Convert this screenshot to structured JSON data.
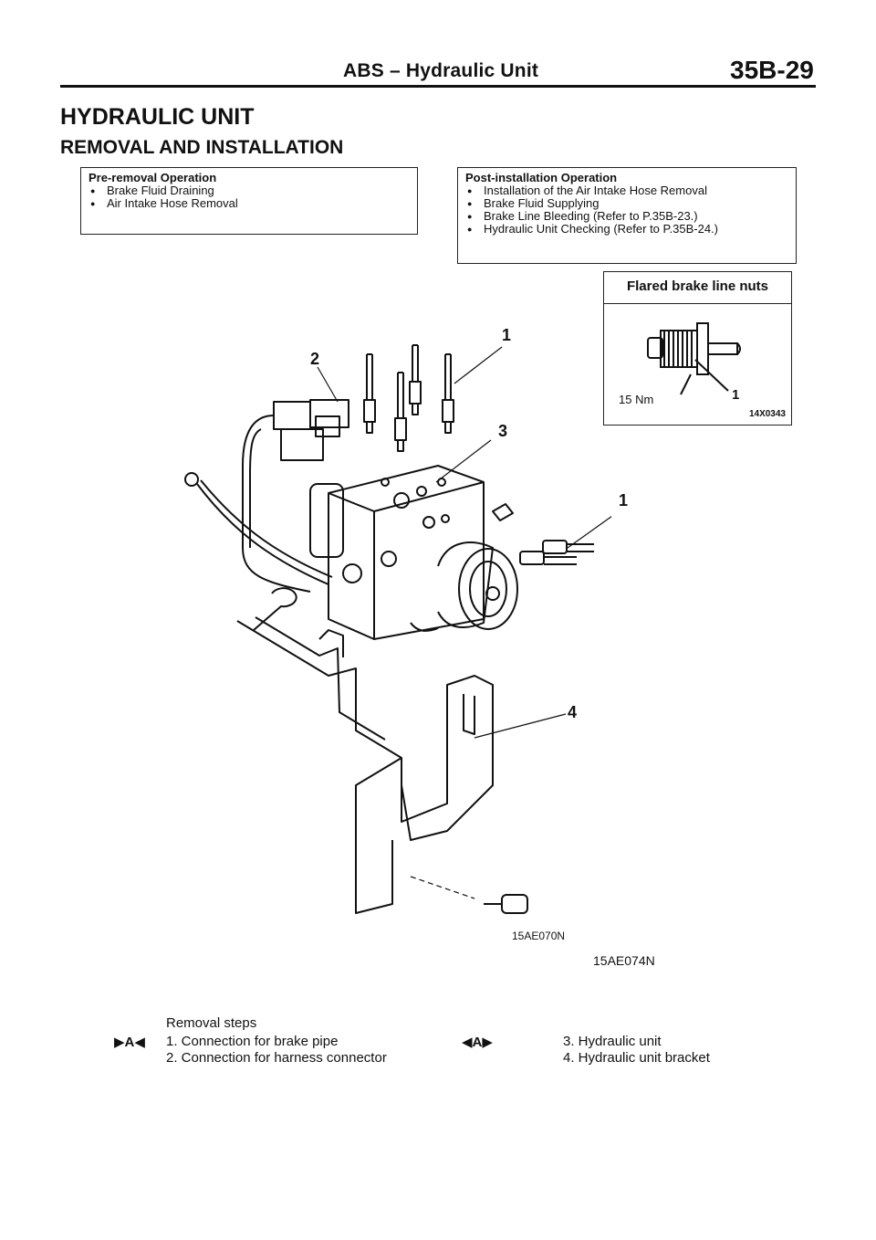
{
  "header": {
    "section_title": "ABS – Hydraulic Unit",
    "page_number": "35B-29"
  },
  "title": "HYDRAULIC UNIT",
  "subtitle": "REMOVAL AND INSTALLATION",
  "pre_removal": {
    "title": "Pre-removal Operation",
    "items": [
      "Brake Fluid Draining",
      "Air Intake Hose Removal"
    ]
  },
  "post_installation": {
    "title": "Post-installation Operation",
    "items": [
      "Installation of the Air Intake Hose Removal",
      "Brake Fluid Supplying",
      "Brake Line Bleeding (Refer to P.35B-23.)",
      "Hydraulic Unit Checking (Refer to P.35B-24.)"
    ]
  },
  "inset": {
    "title": "Flared brake line nuts",
    "torque": "15 Nm",
    "callout": "1",
    "figure_code": "14X0343"
  },
  "diagram": {
    "callouts": [
      "2",
      "1",
      "3",
      "1",
      "4"
    ],
    "figure_code_1": "15AE070N",
    "figure_code_2": "15AE074N"
  },
  "removal_steps": {
    "title": "Removal steps",
    "mark_1": "▶A◀",
    "mark_3": "◀A▶",
    "steps": [
      "1. Connection for brake pipe",
      "2. Connection for harness connector",
      "3. Hydraulic unit",
      "4. Hydraulic unit bracket"
    ]
  }
}
